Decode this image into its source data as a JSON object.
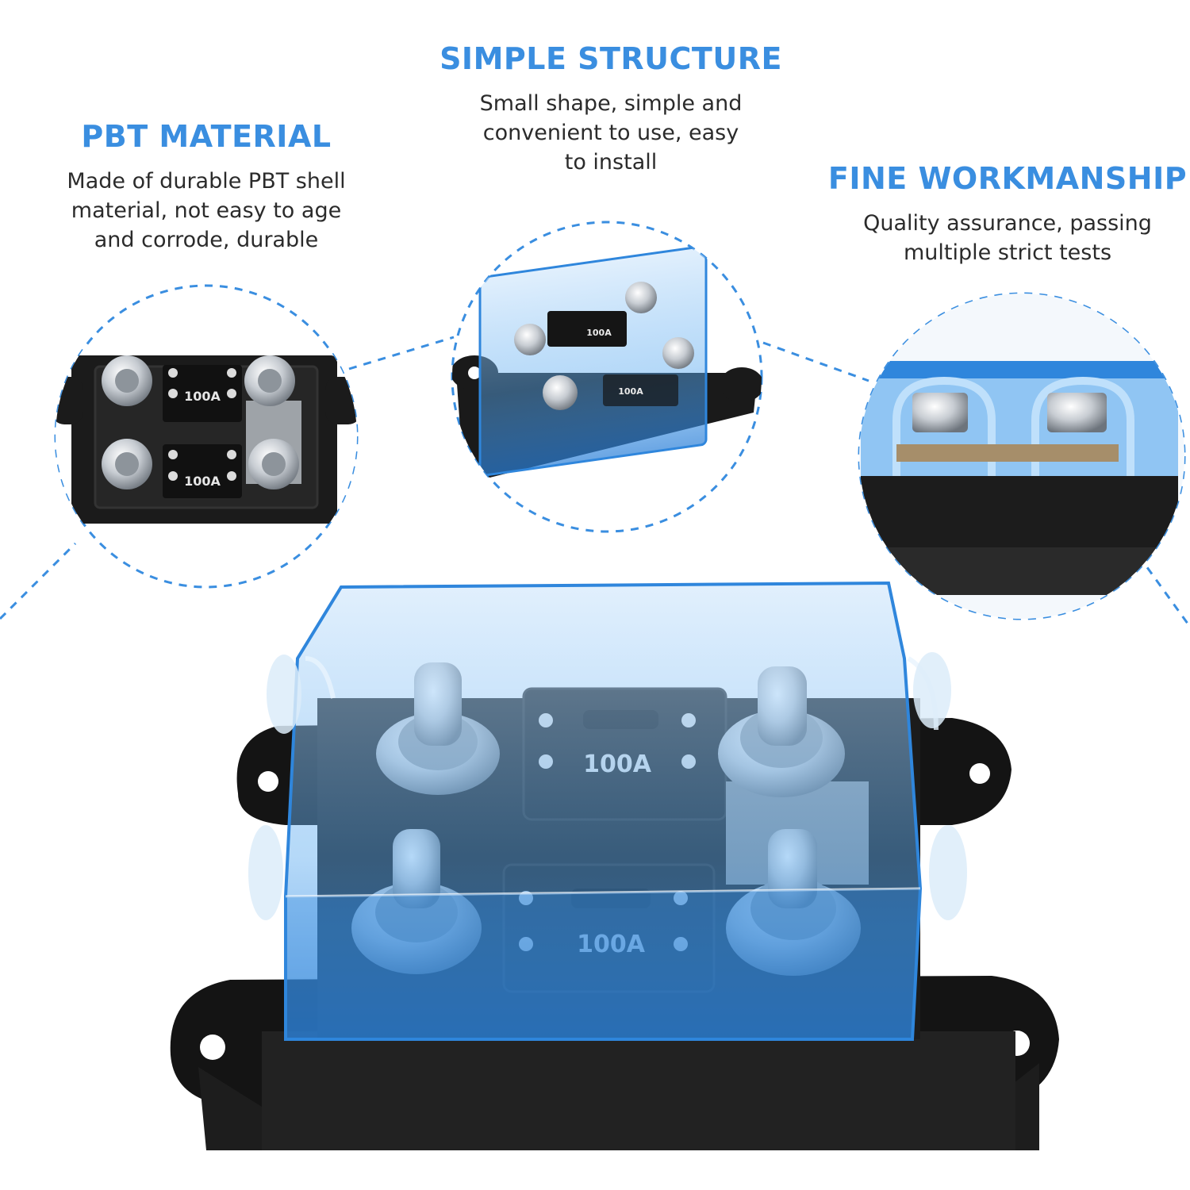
{
  "features": [
    {
      "title": "PBT MATERIAL",
      "description_lines": [
        "Made of durable PBT shell",
        "material, not easy to age",
        "and corrode, durable"
      ]
    },
    {
      "title": "SIMPLE STRUCTURE",
      "description_lines": [
        "Small shape, simple and",
        "convenient to use, easy",
        "to install"
      ]
    },
    {
      "title": "FINE WORKMANSHIP",
      "description_lines": [
        "Quality assurance, passing",
        "multiple strict tests"
      ]
    }
  ],
  "fuse_label": "100A",
  "colors": {
    "accent_blue": "#3a8ee0",
    "text_dark": "#2b2b2b",
    "dashed_line": "#3a8ee0",
    "cover_blue": "#4aa3ec",
    "base_black": "#1a1a1a"
  }
}
